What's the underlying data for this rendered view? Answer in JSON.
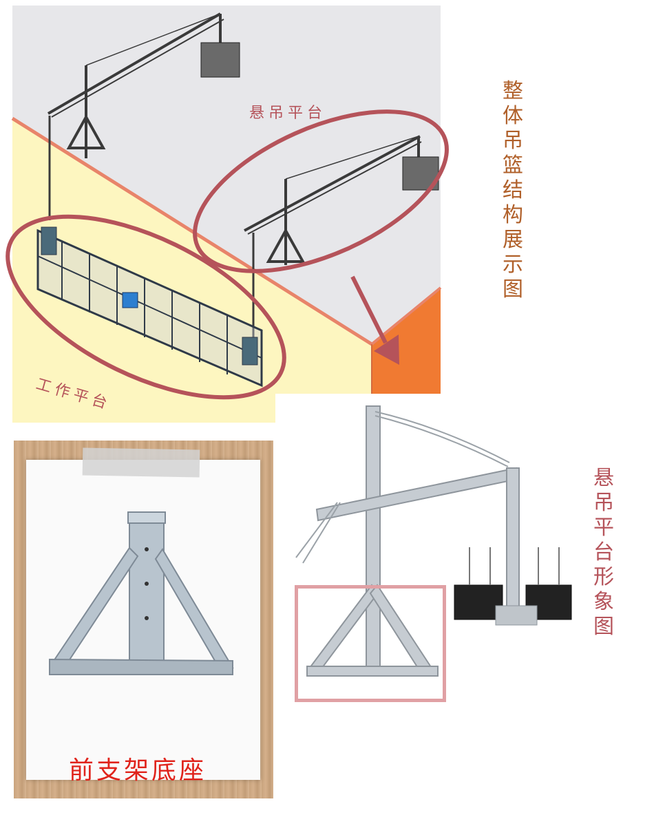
{
  "title_vertical": [
    "整",
    "体",
    "吊",
    "篮",
    "结",
    "构",
    "展",
    "示",
    "图"
  ],
  "label_suspension_platform": "悬吊平台",
  "label_work_platform": "工作平台",
  "suspension_image_vertical": [
    "悬",
    "吊",
    "平",
    "台",
    "形",
    "象",
    "图"
  ],
  "caption_front_base": "前支架底座",
  "colors": {
    "title_text": "#b0602a",
    "annotation_ellipse": "#b5535a",
    "arrow": "#b5535a",
    "caption_text": "#e0231b",
    "highlight_box": "#e0a0a4",
    "wall_orange": "#f07a32",
    "wall_yellow": "#fdf6c0",
    "ceiling_gray": "#e6e6e8"
  }
}
